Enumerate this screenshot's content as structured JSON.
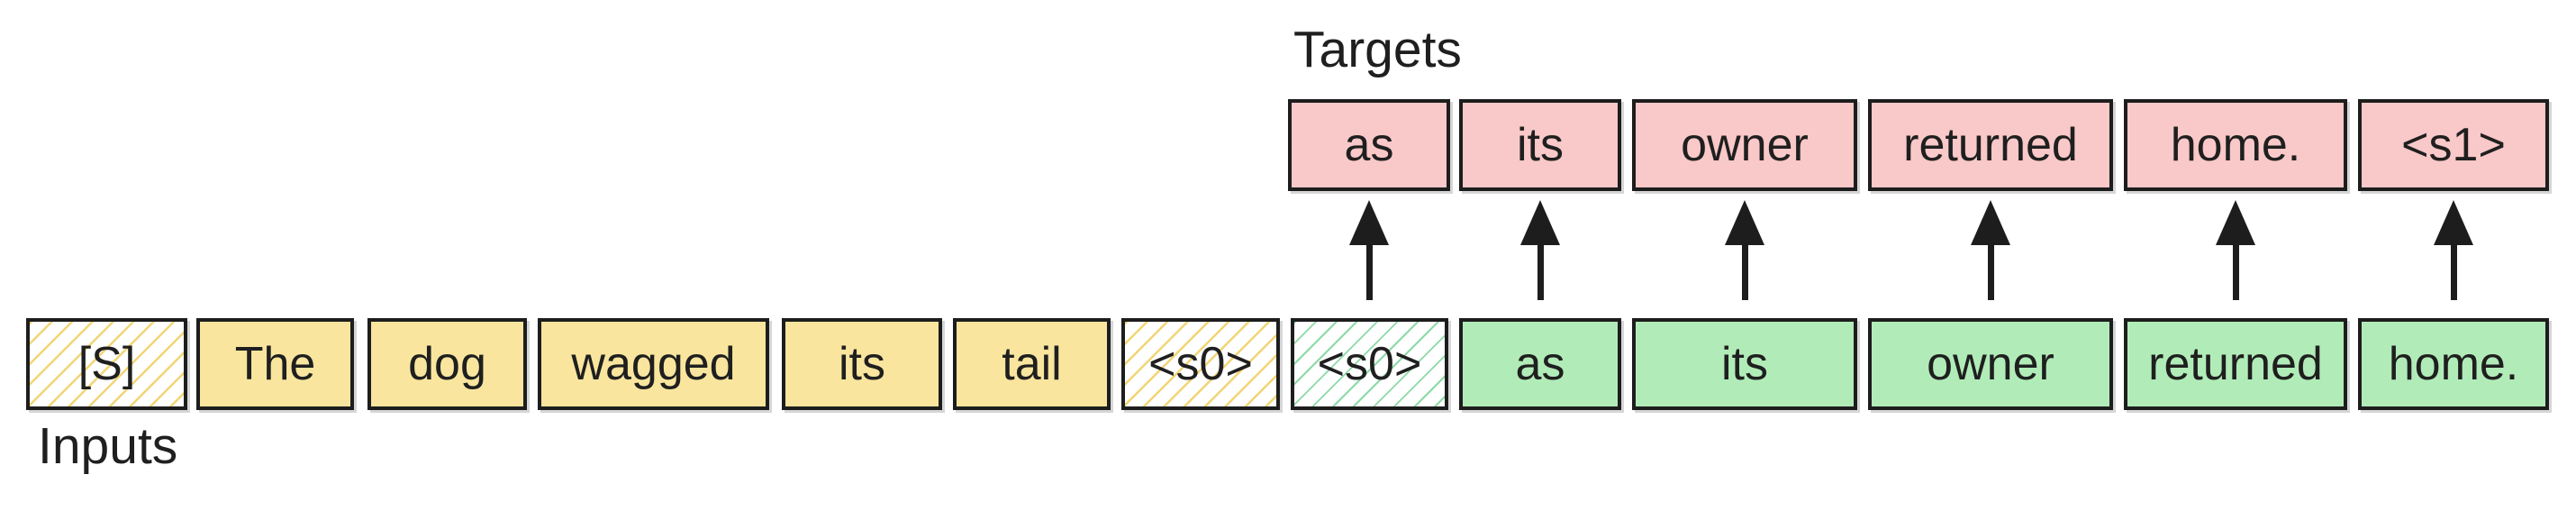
{
  "diagram": {
    "targets_label": "Targets",
    "inputs_label": "Inputs",
    "target_tokens": [
      {
        "text": "as",
        "variant": "solid-pink"
      },
      {
        "text": "its",
        "variant": "solid-pink"
      },
      {
        "text": "owner",
        "variant": "solid-pink"
      },
      {
        "text": "returned",
        "variant": "solid-pink"
      },
      {
        "text": "home.",
        "variant": "solid-pink"
      },
      {
        "text": "<s1>",
        "variant": "solid-pink"
      }
    ],
    "input_tokens": [
      {
        "text": "[S]",
        "variant": "hatched-yellow"
      },
      {
        "text": "The",
        "variant": "solid-yellow"
      },
      {
        "text": "dog",
        "variant": "solid-yellow"
      },
      {
        "text": "wagged",
        "variant": "solid-yellow"
      },
      {
        "text": "its",
        "variant": "solid-yellow"
      },
      {
        "text": "tail",
        "variant": "solid-yellow"
      },
      {
        "text": "<s0>",
        "variant": "hatched-yellow"
      },
      {
        "text": "<s0>",
        "variant": "hatched-green"
      },
      {
        "text": "as",
        "variant": "solid-green"
      },
      {
        "text": "its",
        "variant": "solid-green"
      },
      {
        "text": "owner",
        "variant": "solid-green"
      },
      {
        "text": "returned",
        "variant": "solid-green"
      },
      {
        "text": "home.",
        "variant": "solid-green"
      }
    ],
    "colors": {
      "background": "#ffffff",
      "prompt_fill": "#f9e59e",
      "completion_fill": "#b1ecb8",
      "target_fill": "#f9c8c8",
      "hatch_yellow_line": "#f2d575",
      "hatch_green_line": "#8cdaa6",
      "border": "#1d1d1d",
      "arrow": "#1d1d1d"
    }
  }
}
